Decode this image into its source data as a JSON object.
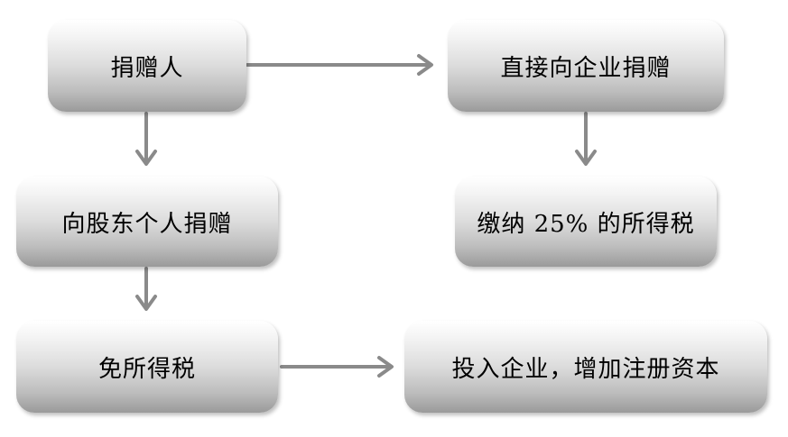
{
  "nodes": {
    "donor": "捐赠人",
    "direct": "直接向企业捐赠",
    "shareholder": "向股东个人捐赠",
    "tax25": "缴纳 25% 的所得税",
    "exempt": "免所得税",
    "invest": "投入企业，增加注册资本"
  },
  "colors": {
    "connector": "#8a8a8a",
    "node_top": "#ffffff",
    "node_bottom": "#9a9a9a"
  }
}
